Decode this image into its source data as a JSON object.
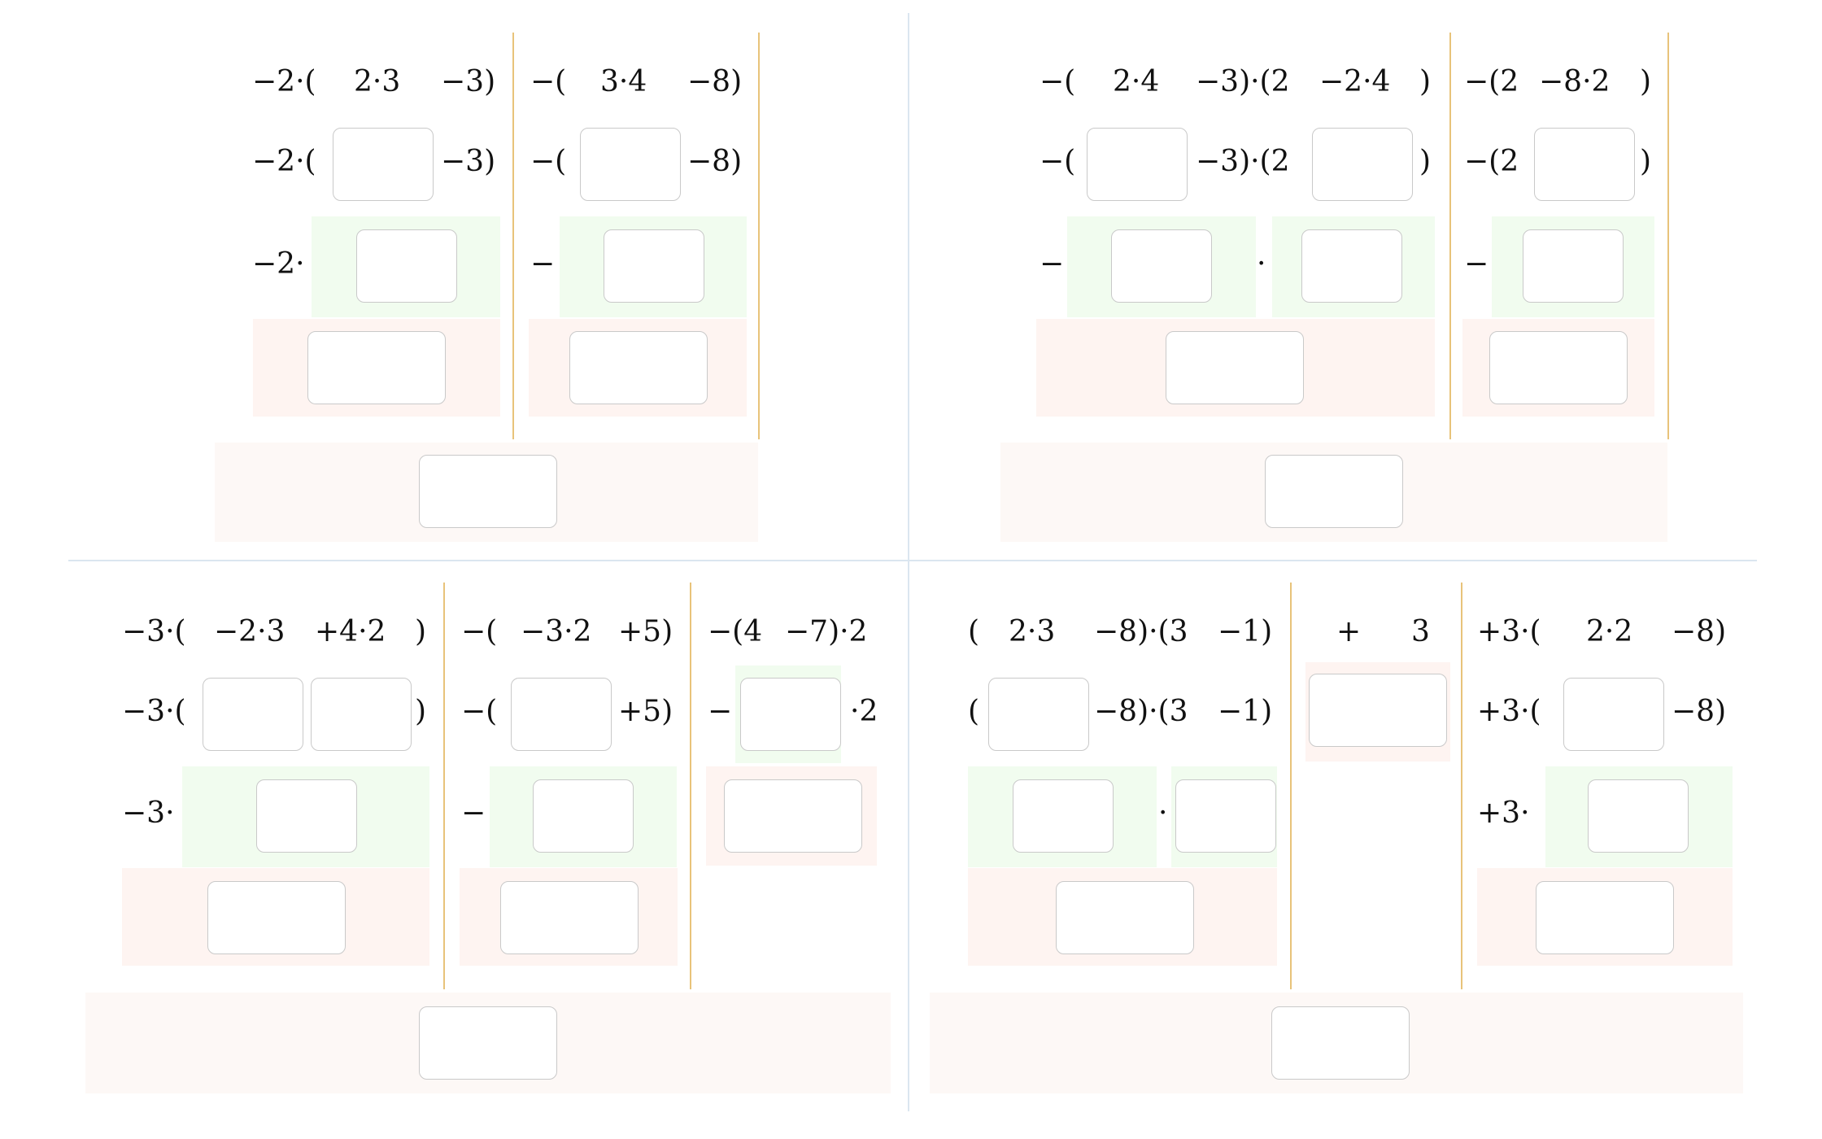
{
  "quadrants": {
    "q1": {
      "c1": {
        "row1": [
          "−2·(",
          "2·3",
          "−3)"
        ],
        "row2": [
          "−2·(",
          "−3)"
        ],
        "row3": "−2·"
      },
      "c2": {
        "row1": [
          "−(",
          "3·4",
          "−8)"
        ],
        "row2": [
          "−(",
          "−8)"
        ],
        "row3": "−"
      }
    },
    "q2": {
      "c1": {
        "row1": [
          "−(",
          "2·4",
          "−3)·(2",
          "−2·4",
          ")"
        ],
        "row2": [
          "−(",
          "−3)·(2",
          ")"
        ],
        "row3": [
          "−",
          "·"
        ]
      },
      "c2": {
        "row1": [
          "−(2",
          "−8·2",
          ")"
        ],
        "row2": [
          "−(2",
          ")"
        ],
        "row3": "−"
      }
    },
    "q3": {
      "c1": {
        "row1": [
          "−3·(",
          "−2·3",
          "+4·2",
          ")"
        ],
        "row2": [
          "−3·(",
          ")"
        ],
        "row3": "−3·"
      },
      "c2": {
        "row1": [
          "−(",
          "−3·2",
          "+5)"
        ],
        "row2": [
          "−(",
          "+5)"
        ],
        "row3": "−"
      },
      "c3": {
        "row1": [
          "−(4",
          "−7)·2"
        ],
        "row2": [
          "−",
          "·2"
        ]
      }
    },
    "q4": {
      "c1": {
        "row1": [
          "(",
          "2·3",
          "−8)·(3",
          "−1)"
        ],
        "row2": [
          "(",
          "−8)·(3",
          "−1)"
        ],
        "row3": "·"
      },
      "c2": {
        "row1": [
          "+",
          "3"
        ]
      },
      "c3": {
        "row1": [
          "+3·(",
          "2·2",
          "−8)"
        ],
        "row2": [
          "+3·(",
          "−8)"
        ],
        "row3": "+3·"
      }
    }
  }
}
